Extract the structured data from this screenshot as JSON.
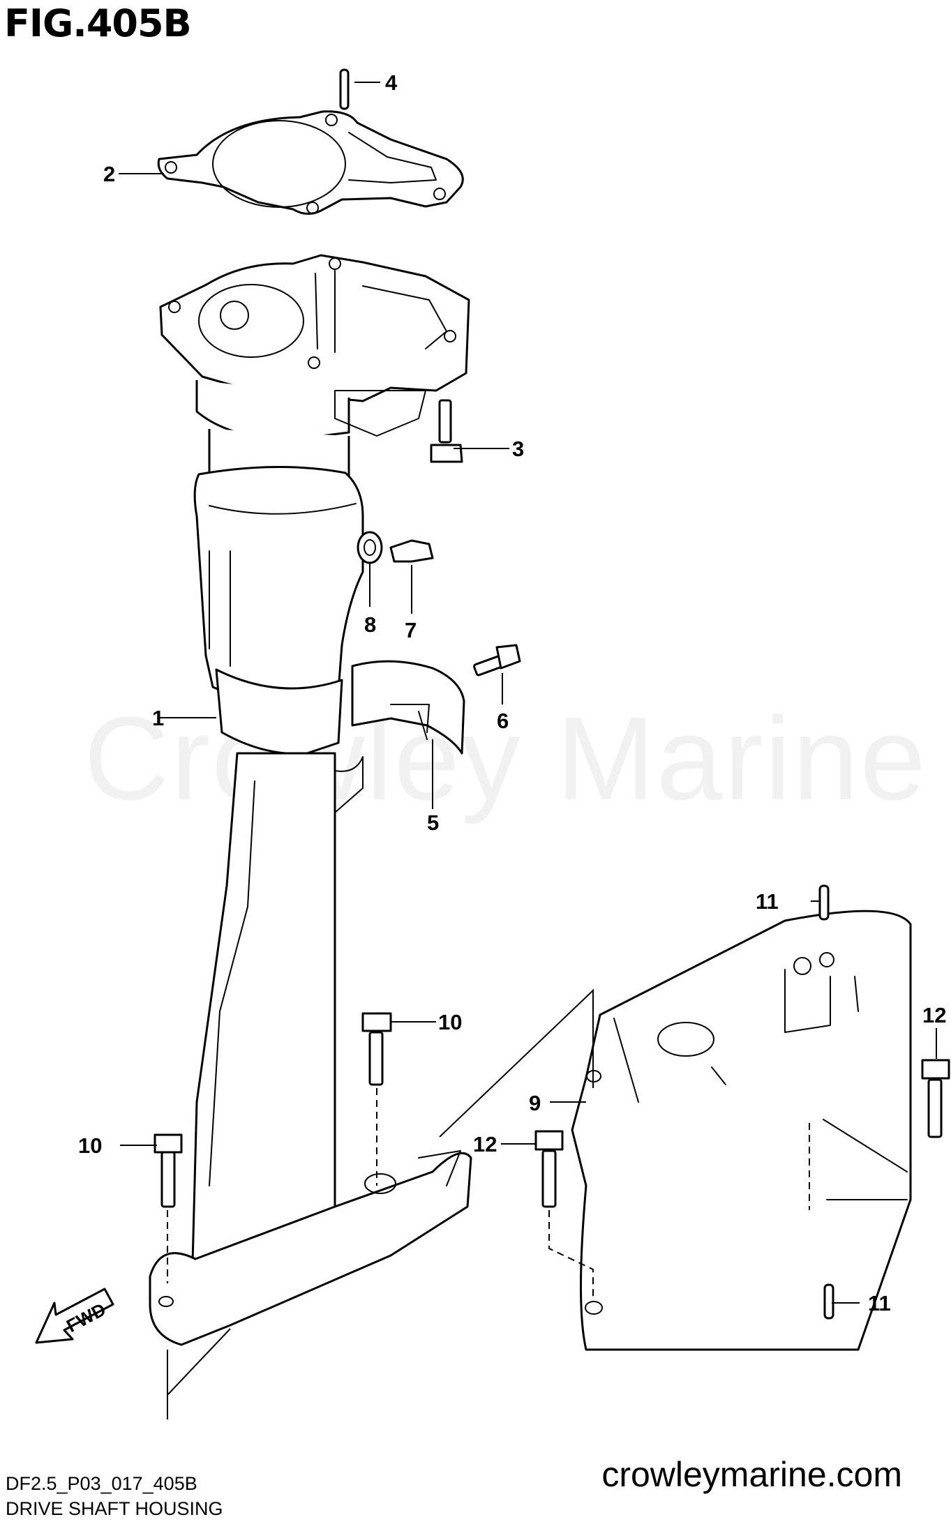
{
  "figure": {
    "title": "FIG.405B"
  },
  "callouts": [
    "1",
    "2",
    "3",
    "4",
    "5",
    "6",
    "7",
    "8",
    "9",
    "10",
    "10",
    "11",
    "11",
    "12",
    "12"
  ],
  "direction_label": "FWD",
  "watermark": "Crowley Marine",
  "footer": {
    "site": "crowleymarine.com",
    "diagram_code": "DF2.5_P03_017_405B",
    "caption": "DRIVE SHAFT HOUSING"
  }
}
